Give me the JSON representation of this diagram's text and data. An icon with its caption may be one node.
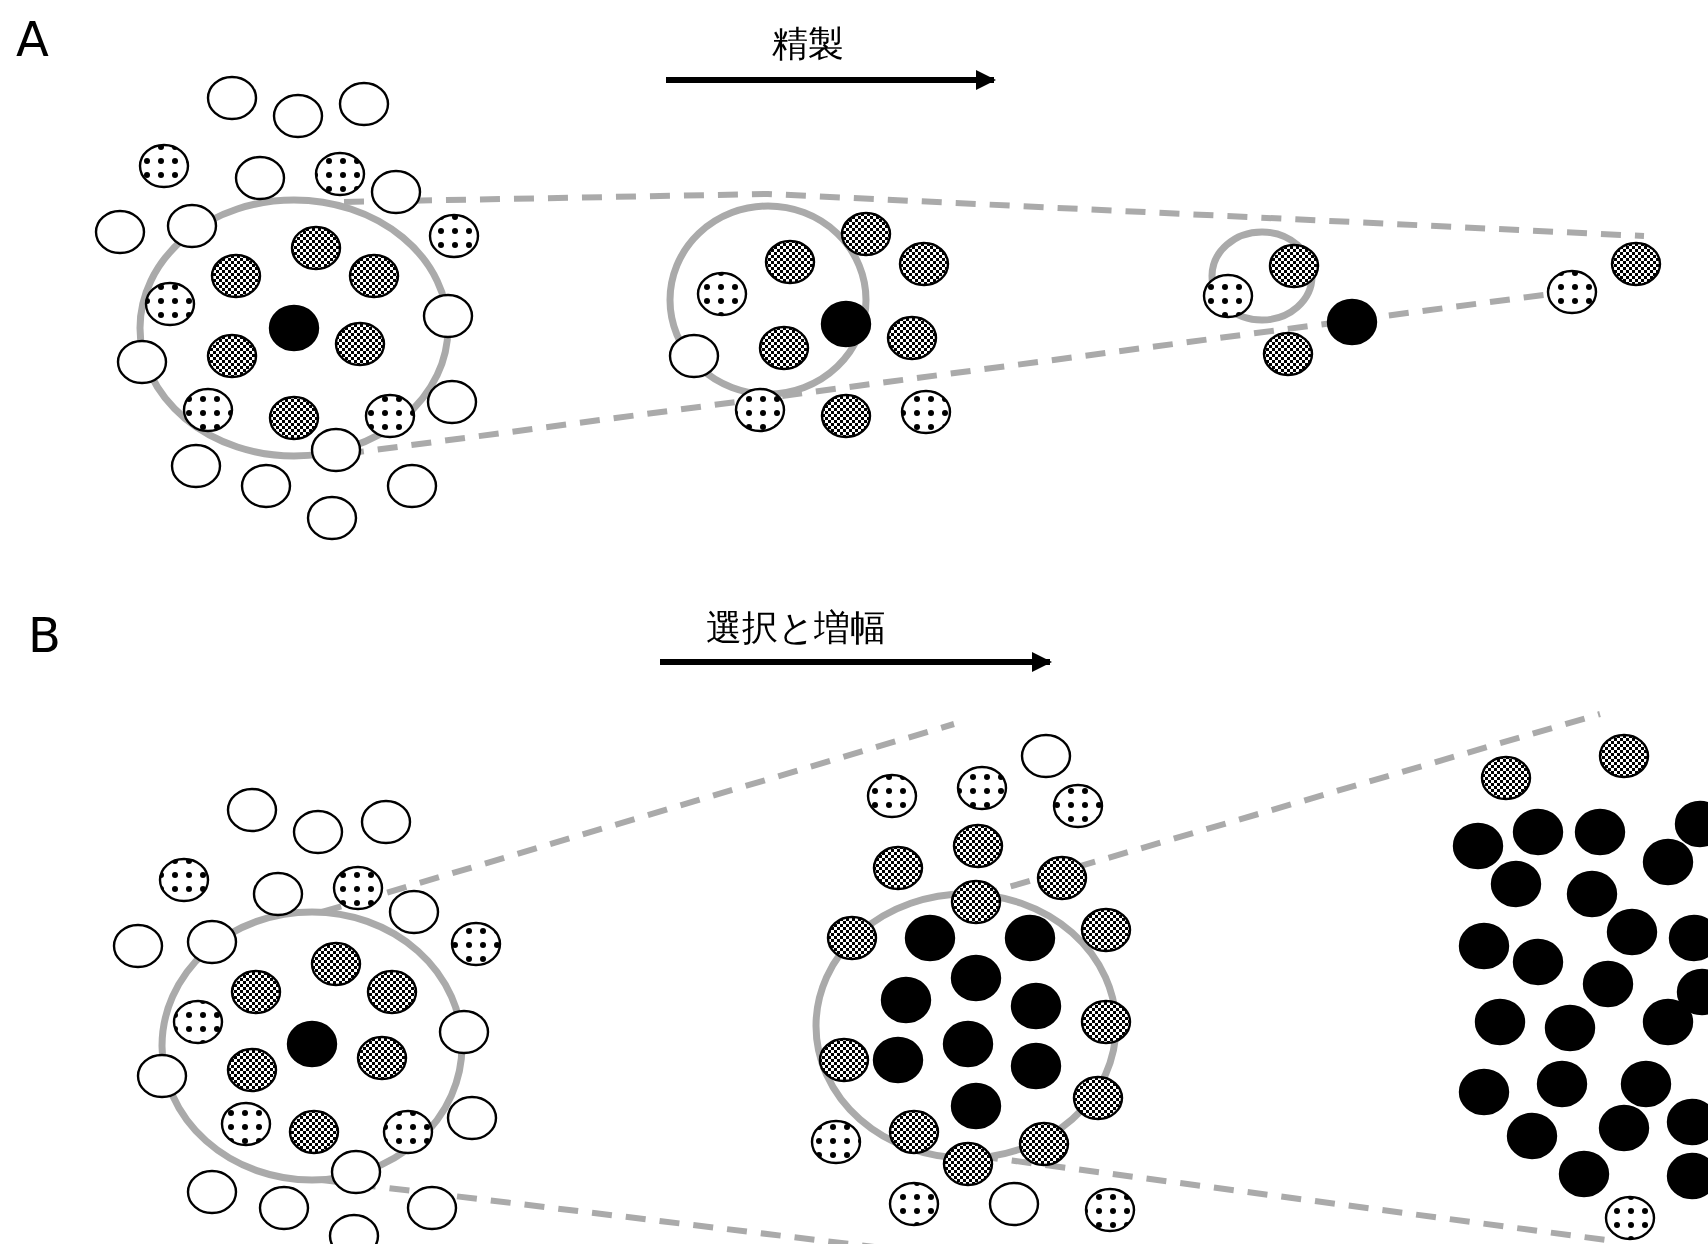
{
  "diagram": {
    "nodes": [
      {
        "text": [],
        "shape": "circle"
      },
      {
        "text": [],
        "shape": "circle"
      },
      {
        "text": [],
        "shape": "circle"
      },
      {
        "text": [],
        "shape": "picture"
      },
      {
        "text": [],
        "shape": "circle"
      },
      {
        "text": [],
        "shape": "circle"
      },
      {
        "text": [],
        "shape": "picture"
      }
    ],
    "edges": [
      {
        "from": 0,
        "to": 3,
        "arrow": "none",
        "style": "dashed"
      },
      {
        "from": 0,
        "to": 3,
        "arrow": "none",
        "style": "dashed"
      },
      {
        "from": 4,
        "to": 5,
        "arrow": "none",
        "style": "dashed"
      },
      {
        "from": 5,
        "to": 6,
        "arrow": "none",
        "style": "dashed"
      },
      {
        "from": 4,
        "to": 5,
        "arrow": "none",
        "style": "dashed"
      },
      {
        "from": 5,
        "to": 6,
        "arrow": "none",
        "style": "dashed"
      }
    ],
    "labels": [
      "A",
      "精製",
      "B",
      "選択と増幅"
    ]
  }
}
